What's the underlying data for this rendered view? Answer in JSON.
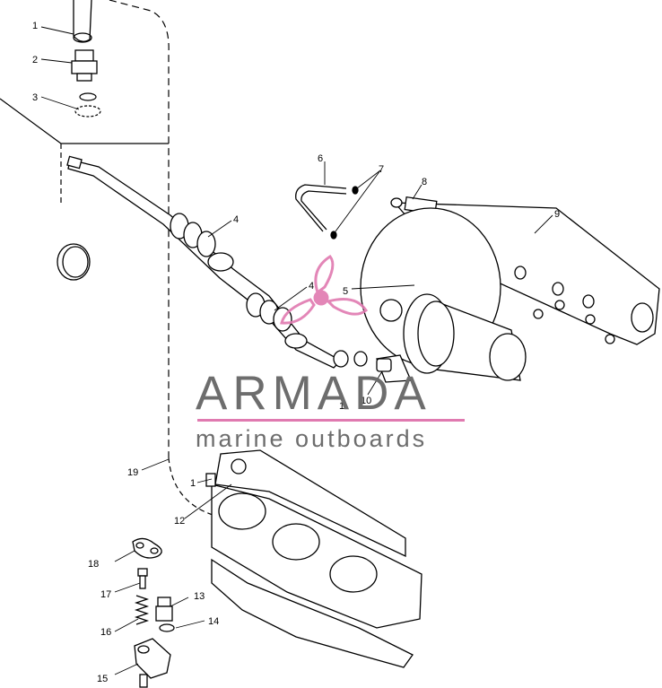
{
  "callouts": [
    {
      "id": "c1a",
      "text": "1"
    },
    {
      "id": "c2",
      "text": "2"
    },
    {
      "id": "c3",
      "text": "3"
    },
    {
      "id": "c4a",
      "text": "4"
    },
    {
      "id": "c4b",
      "text": "4"
    },
    {
      "id": "c5",
      "text": "5"
    },
    {
      "id": "c6",
      "text": "6"
    },
    {
      "id": "c7",
      "text": "7"
    },
    {
      "id": "c8",
      "text": "8"
    },
    {
      "id": "c9",
      "text": "9"
    },
    {
      "id": "c10",
      "text": "10"
    },
    {
      "id": "c1b",
      "text": "1"
    },
    {
      "id": "c1c",
      "text": "1"
    },
    {
      "id": "c12",
      "text": "12"
    },
    {
      "id": "c13",
      "text": "13"
    },
    {
      "id": "c14",
      "text": "14"
    },
    {
      "id": "c15",
      "text": "15"
    },
    {
      "id": "c16",
      "text": "16"
    },
    {
      "id": "c17",
      "text": "17"
    },
    {
      "id": "c18",
      "text": "18"
    },
    {
      "id": "c19",
      "text": "19"
    }
  ],
  "watermark": {
    "brand": "ARMADA",
    "tagline": "marine outboards",
    "text_color": "#6d6d6d",
    "accent_color": "#e07ab0",
    "icon": "propeller-logo-icon"
  }
}
